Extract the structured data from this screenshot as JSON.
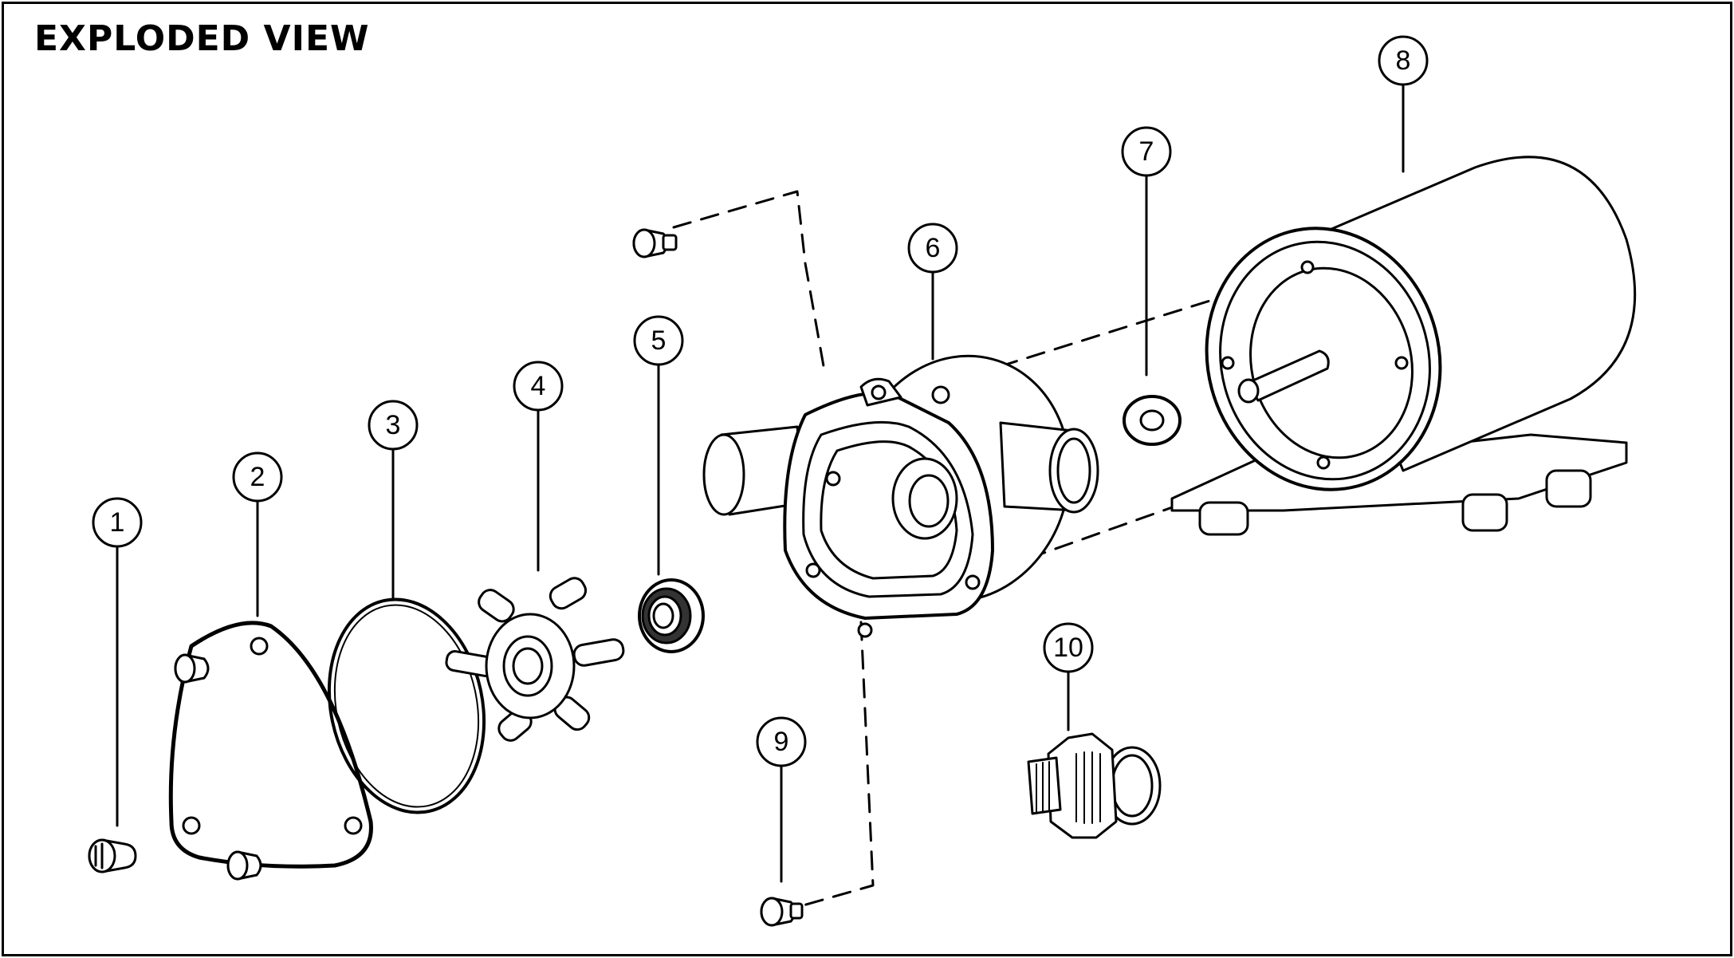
{
  "diagram": {
    "title": "EXPLODED VIEW",
    "callouts": [
      "1",
      "2",
      "3",
      "4",
      "5",
      "6",
      "7",
      "8",
      "9",
      "10"
    ]
  }
}
